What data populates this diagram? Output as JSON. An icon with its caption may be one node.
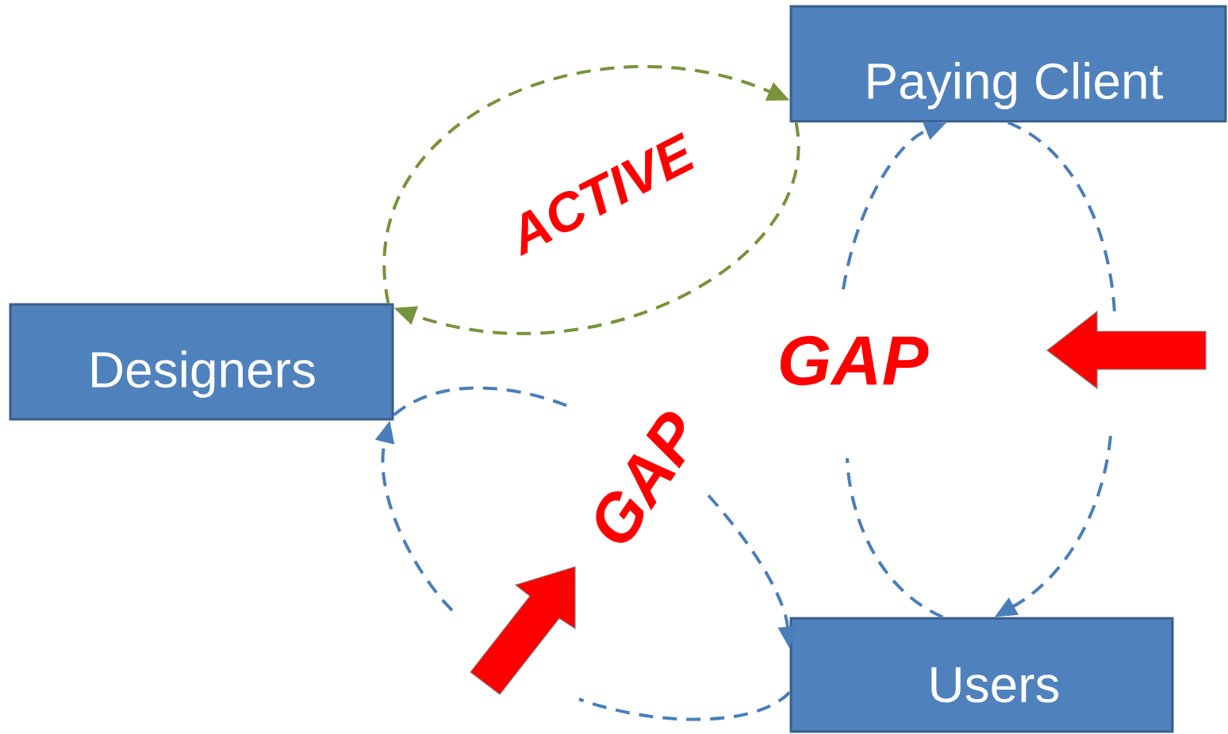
{
  "diagram": {
    "nodes": [
      {
        "text": [
          "Designers"
        ]
      },
      {
        "text": [
          "Paying Client"
        ]
      },
      {
        "text": [
          "Users"
        ]
      }
    ],
    "edges": [
      {
        "from": 0,
        "to": 1,
        "arrow": "to",
        "style": "dashed",
        "color": "#77933c"
      },
      {
        "from": 1,
        "to": 0,
        "arrow": "to",
        "style": "dashed",
        "color": "#77933c"
      },
      {
        "from": 2,
        "to": null,
        "arrow": "none",
        "style": "dashed"
      },
      {
        "from": null,
        "to": 1,
        "arrow": "to",
        "style": "dashed"
      },
      {
        "from": 1,
        "to": null,
        "arrow": "none",
        "style": "dashed"
      },
      {
        "from": null,
        "to": 2,
        "arrow": "to",
        "style": "dashed"
      },
      {
        "from": 0,
        "to": null,
        "arrow": "none",
        "style": "dashed"
      },
      {
        "from": null,
        "to": 2,
        "arrow": "to",
        "style": "dashed"
      },
      {
        "from": 2,
        "to": null,
        "arrow": "none",
        "style": "dashed"
      },
      {
        "from": null,
        "to": 0,
        "arrow": "to",
        "style": "dashed"
      }
    ],
    "labels": [
      "ACTIVE",
      "GAP",
      "GAP"
    ]
  }
}
